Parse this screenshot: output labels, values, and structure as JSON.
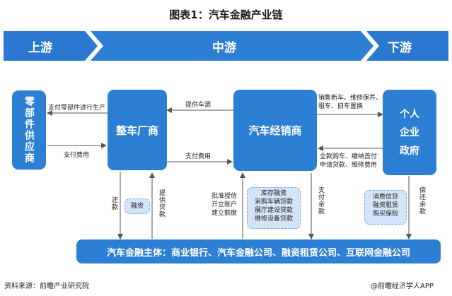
{
  "title": "图表1：汽车金融产业链",
  "stages": {
    "upstream": "上游",
    "midstream": "中游",
    "downstream": "下游"
  },
  "nodes": {
    "parts_supplier": "零部件供应商",
    "automaker": "整车厂商",
    "dealer": "汽车经销商",
    "customers": [
      "个人",
      "企业",
      "政府"
    ]
  },
  "flows": {
    "pay_parts_production": "支付零部件进行生产",
    "pay_fees_1": "支付费用",
    "provide_cars": "提供车源",
    "pay_fees_2": "支付费用",
    "sell_services": [
      "销售新车、维修保养、",
      "租车、旧车置换"
    ],
    "payments": [
      "全款购车、缴纳首付",
      "申请贷款、维修费用"
    ],
    "repay": "还款",
    "provide_loan": "提供贷款",
    "approve": [
      "批准授信",
      "开立账户",
      "建立额度"
    ],
    "pay_balance": "支付余款",
    "repay_balance": "偿还余款"
  },
  "boxes": {
    "financing": "融资",
    "dealer_loans": [
      "库存融资",
      "采购车辆贷款",
      "展厅建设贷款",
      "维修设备贷款"
    ],
    "consumer_loans": [
      "消费信贷",
      "融资租赁",
      "购买保险"
    ]
  },
  "finance_bar": "汽车金融主体：商业银行、汽车金融公司、融资租赁公司、互联网金融公司",
  "footer": {
    "source": "资料来源：前瞻产业研究院",
    "brand": "@前瞻经济学人APP"
  },
  "colors": {
    "primary": "#2d7fd4",
    "light": "#d2e4f7",
    "dark_stage": "#1f6fc6"
  }
}
